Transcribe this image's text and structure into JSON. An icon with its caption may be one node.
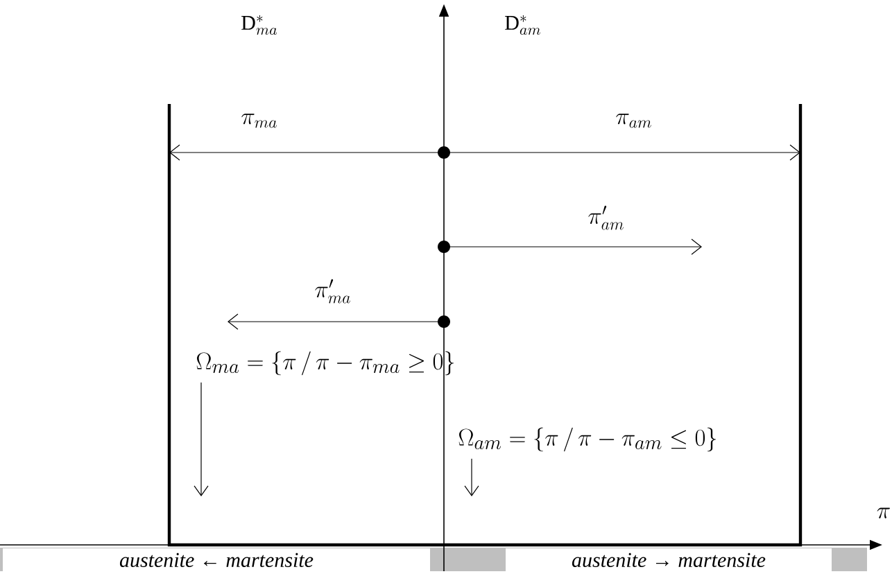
{
  "diagram": {
    "nodes": [
      {
        "text": [
          "\\Omega_{ma}=\\{\\pi\\,/\\,\\pi-\\pi_{ma}\\geq 0\\}"
        ]
      },
      {
        "text": [
          "\\Omega_{am}=\\{\\pi\\,/\\,\\pi-\\pi_{am}\\leq 0\\}"
        ]
      },
      {
        "text": [
          "*austenite ← martensite*"
        ]
      },
      {
        "text": [
          "*austenite → martensite*"
        ]
      }
    ],
    "edges": [
      {
        "from": 0,
        "to": null,
        "arrow": "to"
      },
      {
        "from": 1,
        "to": null,
        "arrow": "to"
      }
    ],
    "labels": [
      "\\mathrm{D}_{ma}^{*}",
      "\\mathrm{D}_{am}^{*}",
      "\\pi_{ma}",
      "\\pi_{am}",
      "\\pi'_{am}",
      "\\pi'_{ma}",
      "\\pi"
    ]
  }
}
